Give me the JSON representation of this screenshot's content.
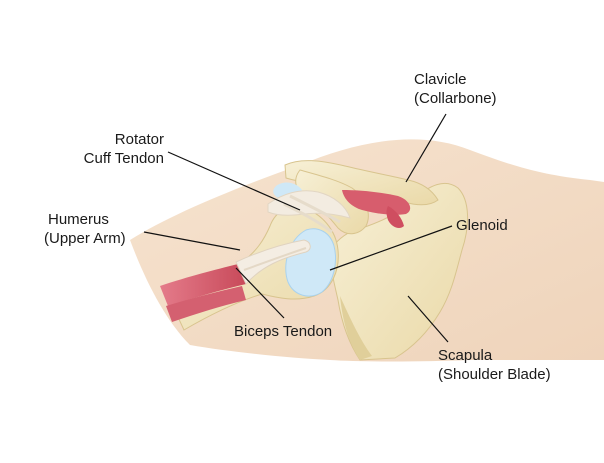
{
  "labels": {
    "clavicle": {
      "line1": "Clavicle",
      "line2": "(Collarbone)"
    },
    "rotator_cuff": {
      "line1": "Rotator",
      "line2": "Cuff Tendon"
    },
    "humerus": {
      "line1": "Humerus",
      "line2": "(Upper Arm)"
    },
    "glenoid": {
      "line1": "Glenoid"
    },
    "biceps": {
      "line1": "Biceps Tendon"
    },
    "scapula": {
      "line1": "Scapula",
      "line2": "(Shoulder Blade)"
    }
  },
  "colors": {
    "skin": "#f3dcc4",
    "bone": "#f4ebc8",
    "bone_shadow": "#e3d6a8",
    "cartilage": "#cfe8f7",
    "muscle": "#d45b6a",
    "tendon": "#f1e8dc",
    "leader_line": "#111111"
  }
}
